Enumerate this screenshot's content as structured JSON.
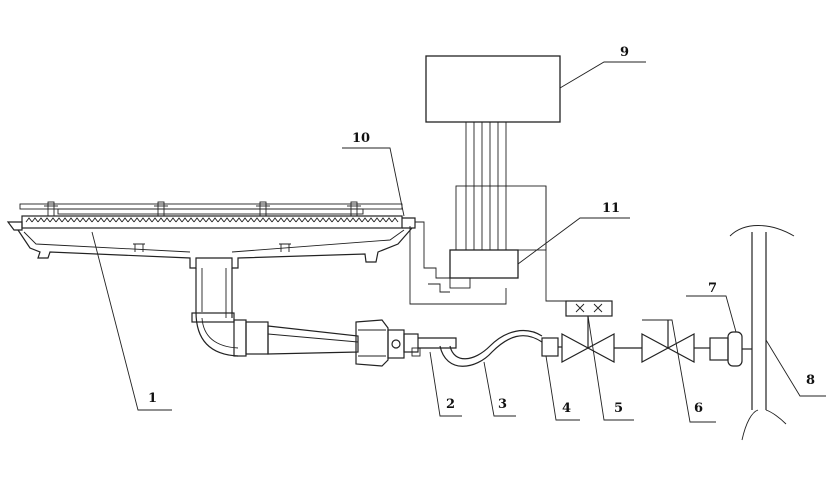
{
  "callouts": [
    {
      "id": "1",
      "label": "1"
    },
    {
      "id": "2",
      "label": "2"
    },
    {
      "id": "3",
      "label": "3"
    },
    {
      "id": "4",
      "label": "4"
    },
    {
      "id": "5",
      "label": "5"
    },
    {
      "id": "6",
      "label": "6"
    },
    {
      "id": "7",
      "label": "7"
    },
    {
      "id": "8",
      "label": "8"
    },
    {
      "id": "9",
      "label": "9"
    },
    {
      "id": "10",
      "label": "10"
    },
    {
      "id": "11",
      "label": "11"
    }
  ],
  "colors": {
    "line": "#222222",
    "background": "#ffffff"
  }
}
